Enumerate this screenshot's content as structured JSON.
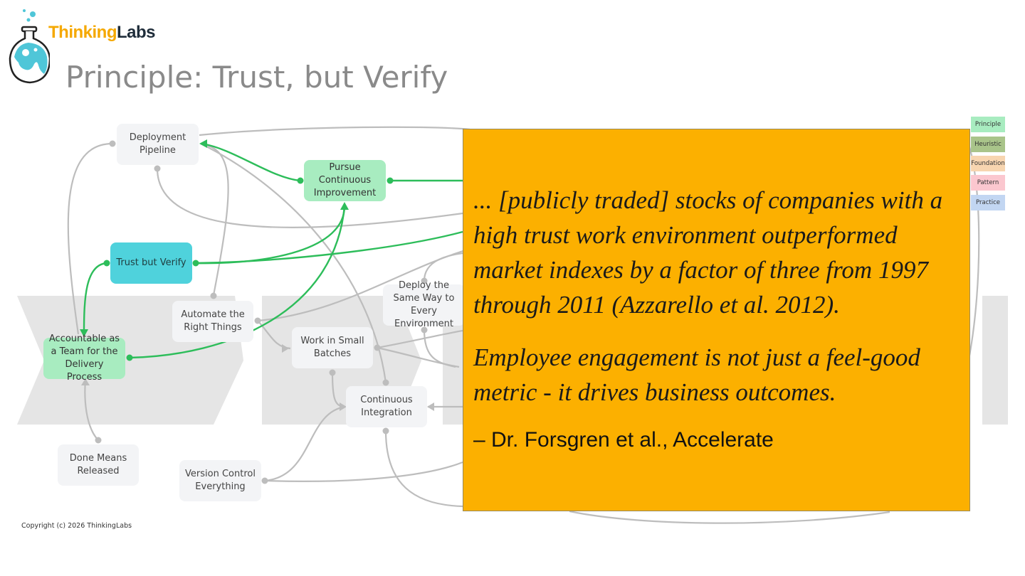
{
  "logo": {
    "part1": "Thinking",
    "part2": "Labs"
  },
  "title": "Principle: Trust, but Verify",
  "nodes": {
    "deployment_pipeline": "Deployment Pipeline",
    "pursue_improvement": "Pursue Continuous Improvement",
    "trust_but_verify": "Trust but Verify",
    "automate": "Automate the Right Things",
    "deploy_same_way": "Deploy the Same Way to Every Environment",
    "accountable": "Accountable as a Team for the Delivery Process",
    "small_batches": "Work in Small Batches",
    "continuous_integration": "Continuous Integration",
    "done_means_released": "Done Means Released",
    "version_control": "Version Control Everything"
  },
  "quote": {
    "paragraph1": "... [publicly traded] stocks of companies with a high trust work environment outperformed market indexes by a factor of three from 1997 through 2011 (Azzarello et al. 2012).",
    "paragraph2": "Employee engagement is not just a feel-good metric - it drives business outcomes.",
    "attribution": "– Dr. Forsgren et al., Accelerate",
    "bg_color": "#fcb000"
  },
  "legend": [
    {
      "label": "Principle",
      "color": "#a8ecc0"
    },
    {
      "label": "Heuristic",
      "color": "#a9c48a"
    },
    {
      "label": "Foundation",
      "color": "#f7d5b0"
    },
    {
      "label": "Pattern",
      "color": "#fbc7cf"
    },
    {
      "label": "Practice",
      "color": "#c2d6f2"
    }
  ],
  "copyright": "Copyright (c) 2026 ThinkingLabs"
}
